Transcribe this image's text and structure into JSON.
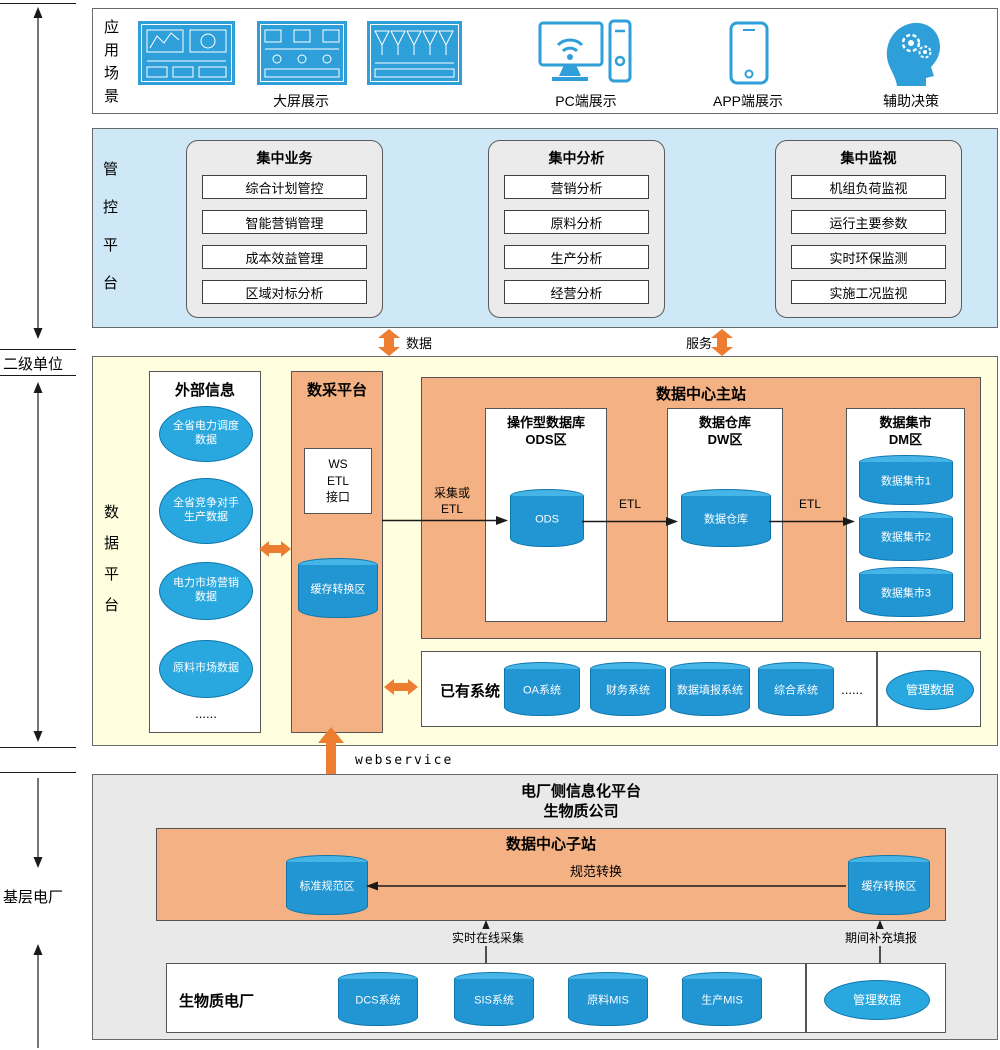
{
  "side_rail": {
    "secondary_unit": "二级单位",
    "base_plant": "基层电厂"
  },
  "app_scenarios": {
    "label": "应用场景",
    "big_screen_label": "大屏展示",
    "pc_label": "PC端展示",
    "app_label": "APP端展示",
    "decision_label": "辅助决策"
  },
  "management_platform": {
    "label": "管控平台",
    "groups": [
      {
        "title": "集中业务",
        "items": [
          "综合计划管控",
          "智能营销管理",
          "成本效益管理",
          "区域对标分析"
        ]
      },
      {
        "title": "集中分析",
        "items": [
          "营销分析",
          "原料分析",
          "生产分析",
          "经营分析"
        ]
      },
      {
        "title": "集中监视",
        "items": [
          "机组负荷监视",
          "运行主要参数",
          "实时环保监测",
          "实施工况监视"
        ]
      }
    ]
  },
  "connectors": {
    "data": "数据",
    "service": "服务",
    "webservice": "webservice",
    "collect_or_etl": "采集或\nETL",
    "etl_1": "ETL",
    "etl_2": "ETL",
    "standard_transform": "规范转换",
    "realtime_collect": "实时在线采集",
    "period_fill": "期间补充填报"
  },
  "data_platform": {
    "label": "数据平台",
    "external_info": {
      "title": "外部信息",
      "items": [
        "全省电力调度数据",
        "全省竞争对手生产数据",
        "电力市场营销数据",
        "原料市场数据",
        "......"
      ]
    },
    "daq_platform": {
      "title": "数采平台",
      "interface": "WS\nETL\n接口",
      "buffer": "缓存转换区"
    },
    "main_station": {
      "title": "数据中心主站",
      "ods_zone": {
        "title": "操作型数据库\nODS区",
        "cylinder": "ODS"
      },
      "dw_zone": {
        "title": "数据仓库\nDW区",
        "cylinder": "数据仓库"
      },
      "dm_zone": {
        "title": "数据集市\nDM区",
        "cylinders": [
          "数据集市1",
          "数据集市2",
          "数据集市3"
        ]
      }
    },
    "existing_systems": {
      "title": "已有系统",
      "cylinders": [
        "OA系统",
        "财务系统",
        "数据填报系统",
        "综合系统"
      ],
      "more": "......",
      "management_data": "管理数据"
    }
  },
  "plant_platform": {
    "title_line1": "电厂侧信息化平台",
    "title_line2": "生物质公司",
    "substation": {
      "title": "数据中心子站",
      "standard_zone": "标准规范区",
      "buffer_zone": "缓存转换区"
    },
    "plant": {
      "title": "生物质电厂",
      "cylinders": [
        "DCS系统",
        "SIS系统",
        "原料MIS",
        "生产MIS"
      ],
      "management_data": "管理数据"
    }
  },
  "colors": {
    "accent_orange": "#ed7d31",
    "cylinder_blue": "#2196d3",
    "panel_blue": "#cfe8f8",
    "panel_yellow": "#ffffe0",
    "panel_orange": "#f4b183",
    "icon_blue": "#2e9fd8"
  }
}
